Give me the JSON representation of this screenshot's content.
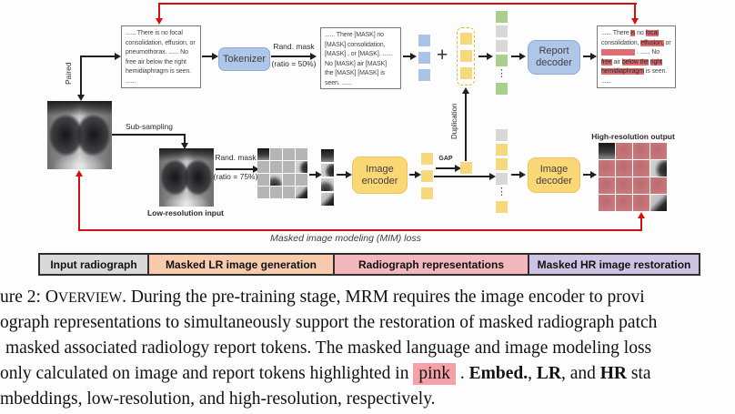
{
  "colors": {
    "red": "#d40f0f",
    "blue_box": "#aec6e8",
    "yellow_box": "#fbd875",
    "token_blue": "#a9c4e6",
    "token_yellow": "#f8d87c",
    "token_green": "#a9d18e",
    "token_gray": "#d8d8d8",
    "pink_highlight": "#df6e72",
    "caption_pink": "#f4a2a8"
  },
  "mlm_stream": {
    "report_original": "...... There is no focal consolidation, effusion, or pneumothorax.  ...... No free air below the right hemidiaphragm is seen. ......",
    "paired_label": "Paired",
    "tokenizer_label": "Tokenizer",
    "rand_mask_label": "Rand. mask",
    "rand_mask_ratio": "(ratio = 50%)",
    "report_masked": "...... There [MASK] no [MASK] consolidation, [MASK] , or [MASK]. ...... No [MASK] air [MASK] the [MASK] [MASK] is seen. ......",
    "plus": "+",
    "duplication_label": "Duplication",
    "report_decoder_label": "Report decoder",
    "report_tokens": [
      "blue",
      "blue",
      "blue"
    ],
    "fused_tokens": [
      "yellow",
      "yellow",
      "yellow"
    ],
    "mixed_column": [
      "green",
      "gray",
      "gray",
      "green",
      "dots",
      "green"
    ],
    "report_output_segments": [
      {
        "t": "...... There "
      },
      {
        "t": "is",
        "hl": true
      },
      {
        "t": " no "
      },
      {
        "t": "focal",
        "hl": true
      },
      {
        "t": " consolidation, "
      },
      {
        "t": "effusion,",
        "hl": true
      },
      {
        "t": " or "
      },
      {
        "t": "                    ",
        "hl": true
      },
      {
        "t": " . ...... No "
      },
      {
        "t": "free",
        "hl": true
      },
      {
        "t": " air "
      },
      {
        "t": "below the",
        "hl": true
      },
      {
        "t": " "
      },
      {
        "t": "right",
        "hl": true
      },
      {
        "t": " "
      },
      {
        "t": "hemidiaphragm",
        "hl": true
      },
      {
        "t": " is seen. ......"
      }
    ]
  },
  "mim_stream": {
    "sub_sampling_label": "Sub-sampling",
    "low_res_label": "Low-resolution input",
    "rand_mask_label": "Rand. mask",
    "rand_mask_ratio": "(ratio = 75%)",
    "image_encoder_label": "Image encoder",
    "gap_label": "GAP",
    "image_decoder_label": "Image decoder",
    "high_res_label": "High-resolution output",
    "mim_loss_label": "Masked image modeling (MIM) loss",
    "lr_grid_cells": [
      "pc-top",
      "m",
      "m",
      "m",
      "m",
      "m",
      "m",
      "pc-curve",
      "m",
      "pc-blob",
      "m",
      "m",
      "m",
      "m",
      "m",
      "pc-diag"
    ],
    "visible_patch_column": [
      "pc-top",
      "pc-curve",
      "pc-blob",
      "pc-diag"
    ],
    "image_tokens": [
      "yellow",
      "yellow",
      "yellow"
    ],
    "gap_token": [
      "yellow"
    ],
    "mixed_column": [
      "gray",
      "yellow",
      "yellow",
      "gray",
      "dots",
      "yellow"
    ],
    "hr_grid_cells": [
      "pc-top",
      "pr",
      "pr",
      "pr",
      "pr",
      "pr",
      "pr",
      "pc-curve",
      "pr",
      "pr",
      "pr",
      "pr",
      "pr",
      "pr",
      "pr",
      "pc-diag"
    ]
  },
  "legend": {
    "items": [
      {
        "label": "Input radiograph",
        "color": "#d9d9d9"
      },
      {
        "label": "Masked LR image generation",
        "color": "#f8cbad"
      },
      {
        "label": "Radiograph representations",
        "color": "#f3b8bd"
      },
      {
        "label": "Masked HR image restoration",
        "color": "#cdc4e4"
      }
    ]
  },
  "caption": {
    "line1": [
      {
        "t": "ure 2: O"
      },
      {
        "t": "VERVIEW",
        "sc": true
      },
      {
        "t": ".  During the pre-training stage, MRM requires the image encoder to provi"
      }
    ],
    "line2": "ograph representations to simultaneously support the restoration of masked radiograph patch",
    "line3": "masked associated radiology report tokens.  The masked language and image modeling loss",
    "line4": [
      {
        "t": "only calculated on image and report tokens highlighted in "
      },
      {
        "t": "pink",
        "hl": true
      },
      {
        "t": " .  "
      },
      {
        "t": "Embed.",
        "b": true
      },
      {
        "t": ", "
      },
      {
        "t": "LR",
        "b": true
      },
      {
        "t": ", and "
      },
      {
        "t": "HR",
        "b": true
      },
      {
        "t": " sta"
      }
    ],
    "line5": "mbeddings, low-resolution, and high-resolution, respectively."
  }
}
